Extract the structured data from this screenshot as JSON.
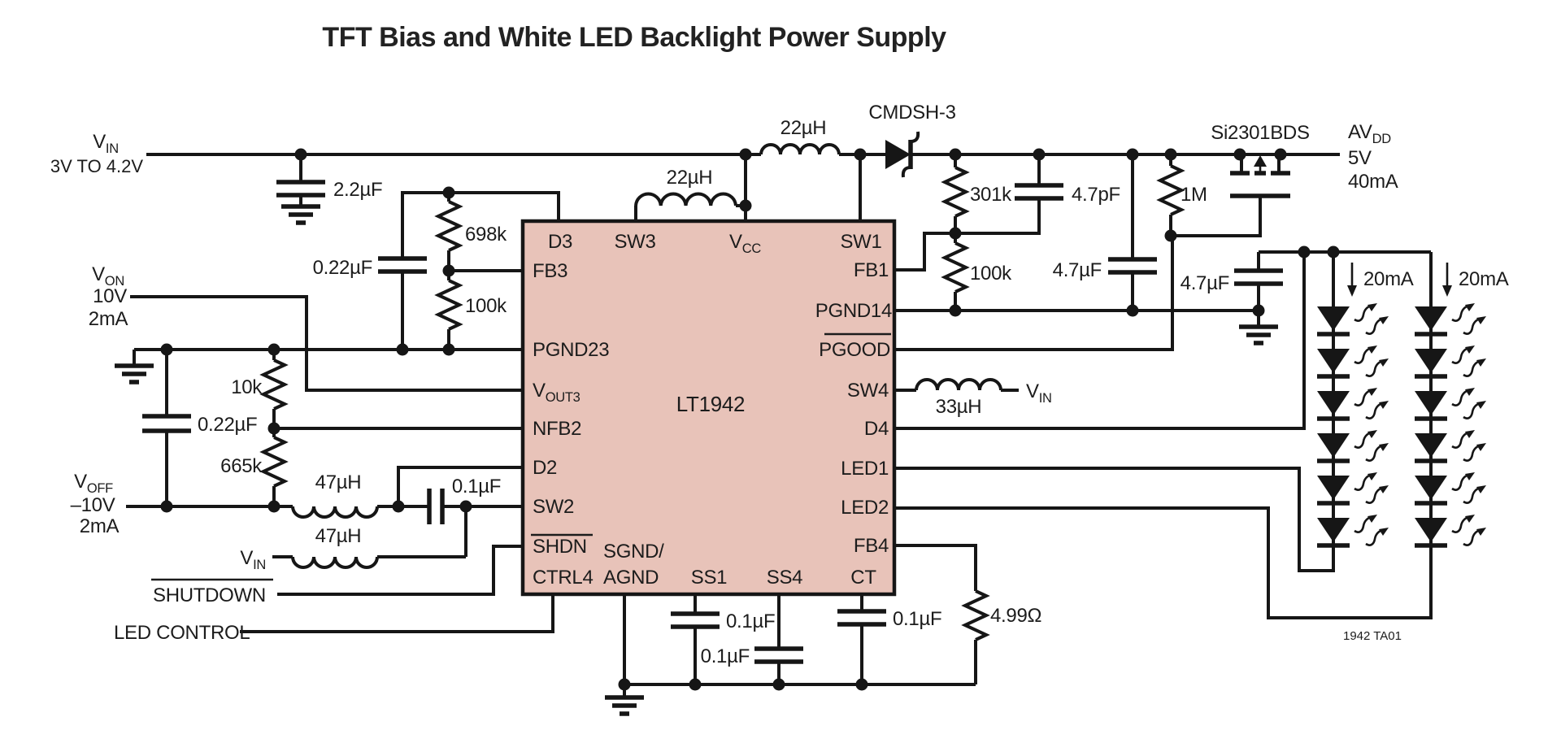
{
  "title": "TFT Bias and White LED Backlight Power Supply",
  "ic": {
    "name": "LT1942",
    "pins": {
      "d3": "D3",
      "sw3": "SW3",
      "vcc_m": "V",
      "vcc_s": "CC",
      "sw1": "SW1",
      "fb3": "FB3",
      "pgnd23": "PGND23",
      "vout3_m": "V",
      "vout3_s": "OUT3",
      "nfb2": "NFB2",
      "d2": "D2",
      "sw2": "SW2",
      "shdn": "SHDN",
      "ctrl4": "CTRL4",
      "sgnd_l1": "SGND/",
      "sgnd_l2": "AGND",
      "ss1": "SS1",
      "ss4": "SS4",
      "ct": "CT",
      "fb1": "FB1",
      "pgnd14": "PGND14",
      "pgood": "PGOOD",
      "sw4": "SW4",
      "d4": "D4",
      "led1": "LED1",
      "led2": "LED2",
      "fb4": "FB4"
    }
  },
  "ports": {
    "vin_m": "V",
    "vin_s": "IN",
    "vin_range": "3V TO 4.2V",
    "von_m": "V",
    "von_s": "ON",
    "von_v": "10V",
    "von_i": "2mA",
    "voff_m": "V",
    "voff_s": "OFF",
    "voff_v": "–10V",
    "voff_i": "2mA",
    "shutdown": "SHUTDOWN",
    "led_control": "LED CONTROL",
    "avdd_m": "AV",
    "avdd_s": "DD",
    "avdd_v": "5V",
    "avdd_i": "40mA"
  },
  "components": {
    "cin": "2.2µF",
    "r698k": "698k",
    "cfb3": "0.22µF",
    "r100k_fb3": "100k",
    "r10k": "10k",
    "cvon": "0.22µF",
    "r665k": "665k",
    "l47_1": "47µH",
    "l47_2": "47µH",
    "csw2": "0.1µF",
    "l22_1": "22µH",
    "l22_2": "22µH",
    "diode": "CMDSH-3",
    "r301k": "301k",
    "c47pf": "4.7pF",
    "r100k_fb1": "100k",
    "r1m": "1M",
    "c47u_1": "4.7µF",
    "c47u_2": "4.7µF",
    "pfet": "Si2301BDS",
    "l33": "33µH",
    "css1": "0.1µF",
    "css4": "0.1µF",
    "cct": "0.1µF",
    "r499": "4.99Ω",
    "iled1": "20mA",
    "iled2": "20mA"
  },
  "note": "1942 TA01"
}
